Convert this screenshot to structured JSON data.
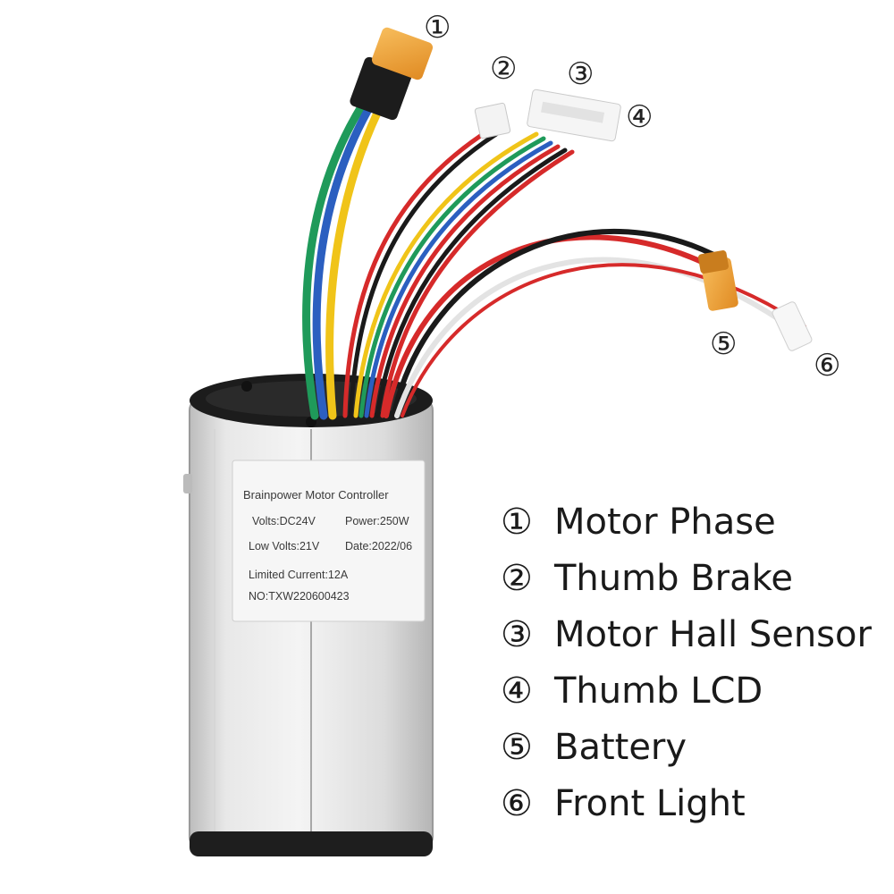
{
  "callouts": {
    "c1": "①",
    "c2": "②",
    "c3": "③",
    "c4": "④",
    "c5": "⑤",
    "c6": "⑥"
  },
  "legend": [
    {
      "num": "①",
      "text": "Motor Phase"
    },
    {
      "num": "②",
      "text": "Thumb Brake"
    },
    {
      "num": "③",
      "text": "Motor Hall Sensor"
    },
    {
      "num": "④",
      "text": "Thumb LCD"
    },
    {
      "num": "⑤",
      "text": "Battery"
    },
    {
      "num": "⑥",
      "text": "Front Light"
    }
  ],
  "product_label": {
    "line1": "Brainpower Motor Controller",
    "volts": "Volts:DC24V",
    "power": "Power:250W",
    "low_volts": "Low Volts:21V",
    "date": "Date:2022/06",
    "current": "Limited Current:12A",
    "serial": "NO:TXW220600423"
  },
  "colors": {
    "phase_green": "#1f9a5a",
    "phase_blue": "#2b5fc0",
    "phase_yellow": "#f0c419",
    "wire_red": "#d62a2a",
    "xt_connector": "#f0a43a",
    "case_silver": "#d9d9d9"
  }
}
